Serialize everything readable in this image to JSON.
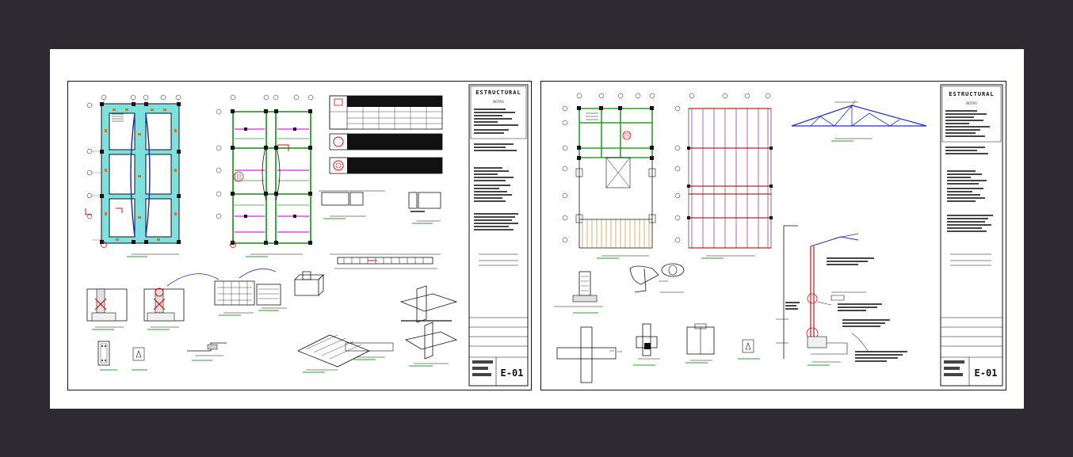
{
  "colors": {
    "background": "#2d2a31",
    "paper": "#ffffff",
    "foundation_fill": "#7fe0e0",
    "beam_green": "#2e9e2e",
    "tie_magenta": "#e020e0",
    "axis_red": "#d01010",
    "column_black": "#111111",
    "truss_blue": "#2030c0",
    "timber_orange": "#d49a40",
    "rafter_purple": "#8a2090"
  },
  "sheets": [
    {
      "title_block": {
        "title": "ESTRUCTURAL",
        "notes_heading": "NOTAS",
        "sheet_code": "E-01"
      }
    },
    {
      "title_block": {
        "title": "ESTRUCTURAL",
        "notes_heading": "NOTAS",
        "sheet_code": "E-01"
      }
    }
  ]
}
